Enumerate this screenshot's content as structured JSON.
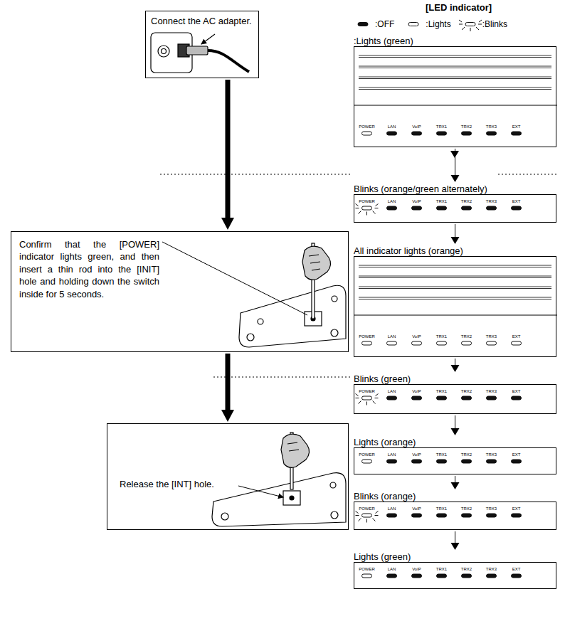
{
  "diagram": {
    "title": "[LED indicator]",
    "nodes": [
      {
        "text": [
          "Connect the AC adapter."
        ]
      },
      {
        "text": [
          "Confirm that the [POWER] indicator lights green, and then insert a thin rod into the [INIT] hole and holding down the switch inside for 5 seconds."
        ]
      },
      {
        "text": [
          "Release the [INT] hole."
        ]
      },
      {
        "text": [
          ":Lights (green)",
          "POWER",
          "LAN",
          "VoIP",
          "TRX1",
          "TRX2",
          "TRX3",
          "EXT"
        ]
      },
      {
        "text": [
          "Blinks (orange/green alternately)",
          "POWER",
          "LAN",
          "VoIP",
          "TRX1",
          "TRX2",
          "TRX3",
          "EXT"
        ]
      },
      {
        "text": [
          "All indicator lights (orange)",
          "POWER",
          "LAN",
          "VoIP",
          "TRX1",
          "TRX2",
          "TRX3",
          "EXT"
        ]
      },
      {
        "text": [
          "Blinks (green)",
          "POWER",
          "LAN",
          "VoIP",
          "TRX1",
          "TRX2",
          "TRX3",
          "EXT"
        ]
      },
      {
        "text": [
          "Lights (orange)",
          "POWER",
          "LAN",
          "VoIP",
          "TRX1",
          "TRX2",
          "TRX3",
          "EXT"
        ]
      },
      {
        "text": [
          "Blinks (orange)",
          "POWER",
          "LAN",
          "VoIP",
          "TRX1",
          "TRX2",
          "TRX3",
          "EXT"
        ]
      },
      {
        "text": [
          "Lights (green)",
          "POWER",
          "LAN",
          "VoIP",
          "TRX1",
          "TRX2",
          "TRX3",
          "EXT"
        ]
      }
    ],
    "edges": [
      {
        "from": 0,
        "to": 1,
        "arrow": "to"
      },
      {
        "from": 1,
        "to": 2,
        "arrow": "to"
      },
      {
        "from": 3,
        "to": 4,
        "arrow": "to"
      },
      {
        "from": 4,
        "to": 5,
        "arrow": "to"
      },
      {
        "from": 5,
        "to": 6,
        "arrow": "to"
      },
      {
        "from": 6,
        "to": 7,
        "arrow": "to"
      },
      {
        "from": 7,
        "to": 8,
        "arrow": "to"
      },
      {
        "from": 8,
        "to": 9,
        "arrow": "to"
      }
    ],
    "legend": [
      {
        "text": ":OFF"
      },
      {
        "text": ":Lights"
      },
      {
        "text": ":Blinks"
      }
    ]
  }
}
